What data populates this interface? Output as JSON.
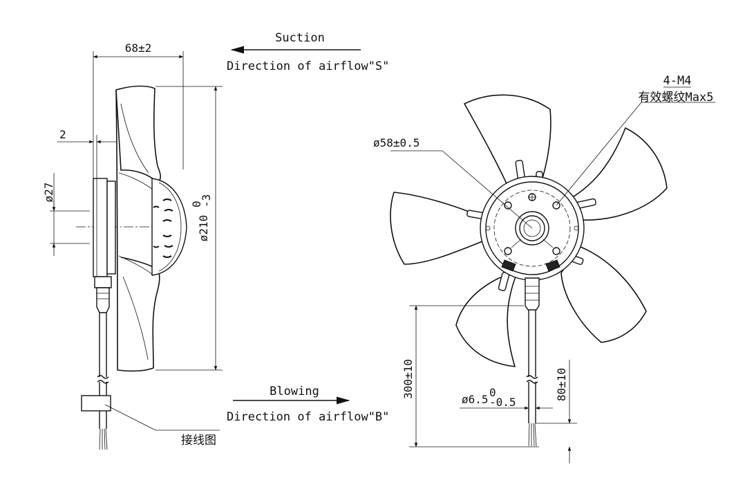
{
  "side_view": {
    "width_dim": "68±2",
    "offset_dim": "2",
    "hub_dia": "ø27",
    "fan_dia": "ø210",
    "fan_dia_tol_upper": "0",
    "fan_dia_tol_lower": "-3"
  },
  "airflow": {
    "suction_title": "Suction",
    "suction_desc": "Direction of airflow\"S\"",
    "blowing_title": "Blowing",
    "blowing_desc": "Direction of airflow\"B\""
  },
  "front_view": {
    "thread_label": "4-M4",
    "thread_note": "有效螺纹Max5",
    "hub_dia": "ø58±0.5",
    "cable_length": "300±10",
    "strip_length": "80±10",
    "cable_dia": "ø6.5",
    "cable_dia_tol_upper": "0",
    "cable_dia_tol_lower": "-0.5"
  },
  "wiring_label": "接线图"
}
